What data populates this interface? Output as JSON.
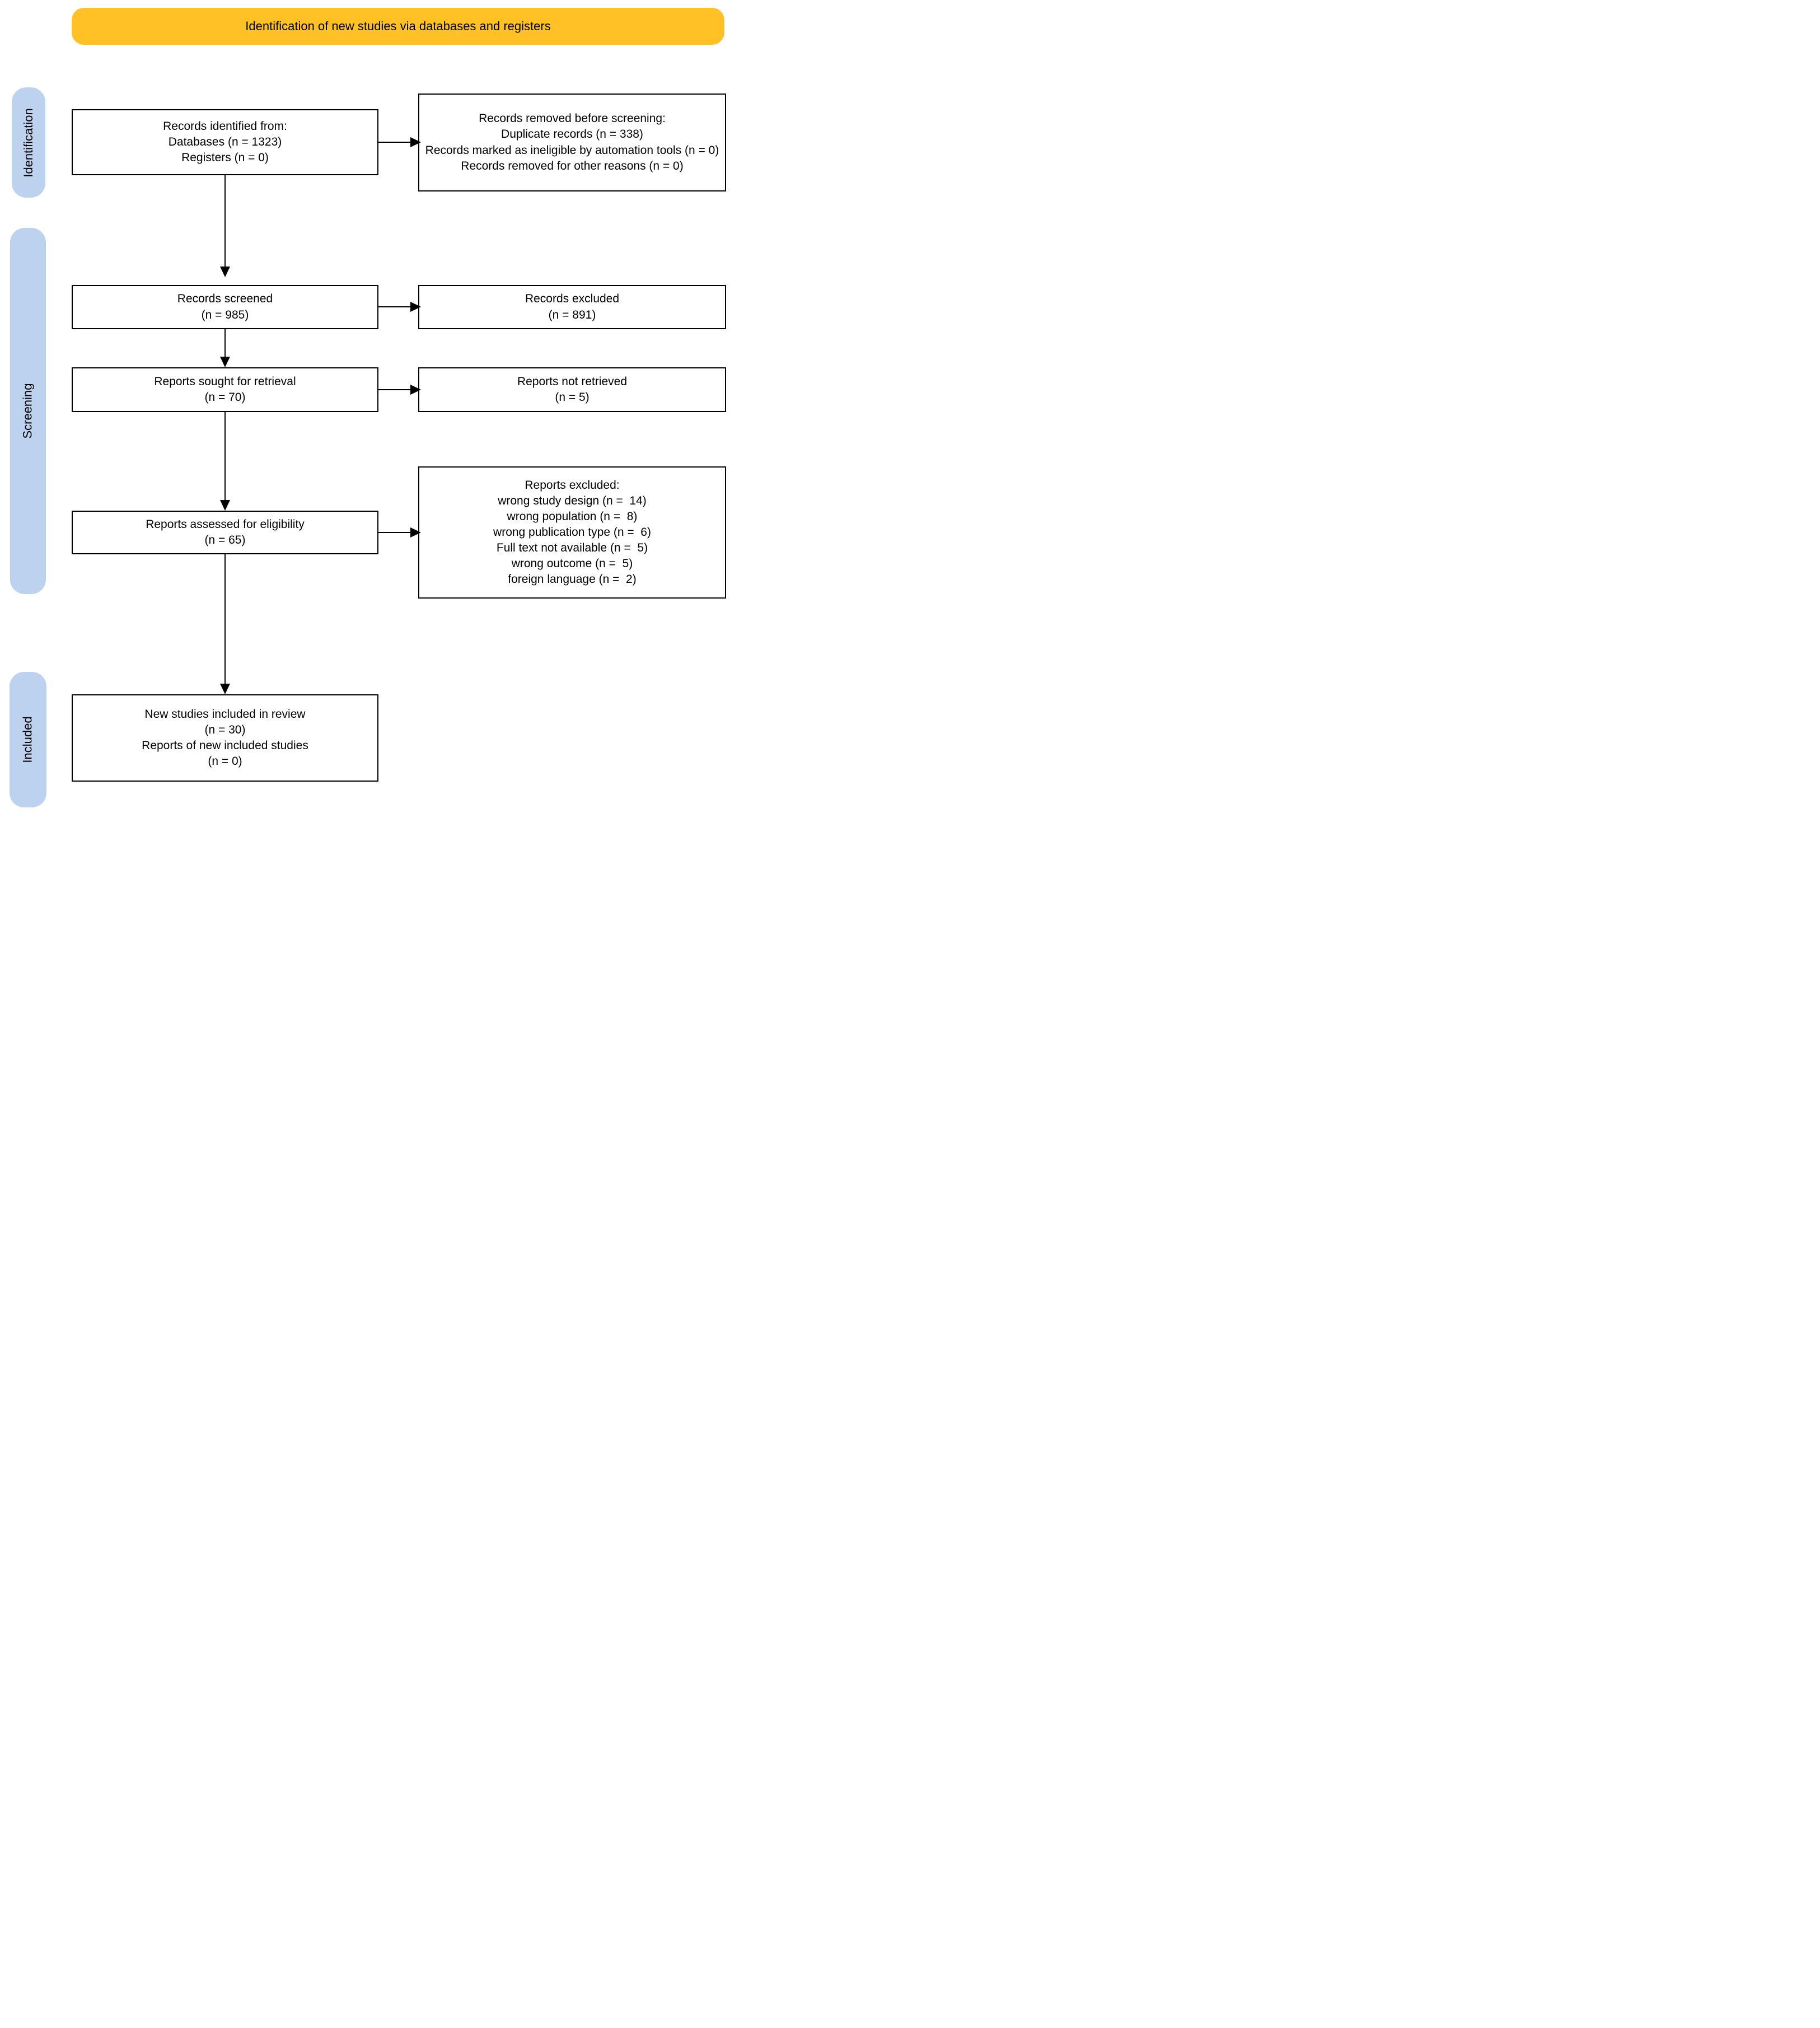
{
  "title_banner": "Identification of new studies via databases and registers",
  "side_labels": {
    "identification": "Identification",
    "screening": "Screening",
    "included": "Included"
  },
  "boxes": {
    "records_identified": "Records identified from:\nDatabases (n = 1323)\nRegisters (n = 0)",
    "records_removed": "Records removed before screening:\nDuplicate records (n = 338)\nRecords marked as ineligible by automation tools (n = 0)\nRecords removed for other reasons (n = 0)",
    "records_screened": "Records screened\n(n = 985)",
    "records_excluded": "Records excluded\n(n = 891)",
    "reports_sought": "Reports sought for retrieval\n(n = 70)",
    "reports_not_retrieved": "Reports not retrieved\n(n = 5)",
    "reports_assessed": "Reports assessed for eligibility\n(n = 65)",
    "reports_excluded": "Reports excluded:\nwrong study design (n =  14)\nwrong population (n =  8)\nwrong publication type (n =  6)\nFull text not available (n =  5)\nwrong outcome (n =  5)\nforeign language (n =  2)",
    "new_studies_included": "New studies included in review\n(n = 30)\nReports of new included studies\n(n = 0)"
  },
  "counts": {
    "databases": 1323,
    "registers": 0,
    "duplicates_removed": 338,
    "automation_ineligible": 0,
    "other_reasons_removed": 0,
    "records_screened": 985,
    "records_excluded": 891,
    "reports_sought": 70,
    "reports_not_retrieved": 5,
    "reports_assessed": 65,
    "excluded_wrong_study_design": 14,
    "excluded_wrong_population": 8,
    "excluded_wrong_publication_type": 6,
    "excluded_full_text_not_available": 5,
    "excluded_wrong_outcome": 5,
    "excluded_foreign_language": 2,
    "new_studies_included": 30,
    "reports_of_new_included_studies": 0
  },
  "colors": {
    "banner_fill": "#FFC125",
    "stage_pill_fill": "#BCD2EE",
    "box_border": "#000000",
    "box_fill": "#FFFFFF",
    "text": "#000000"
  }
}
